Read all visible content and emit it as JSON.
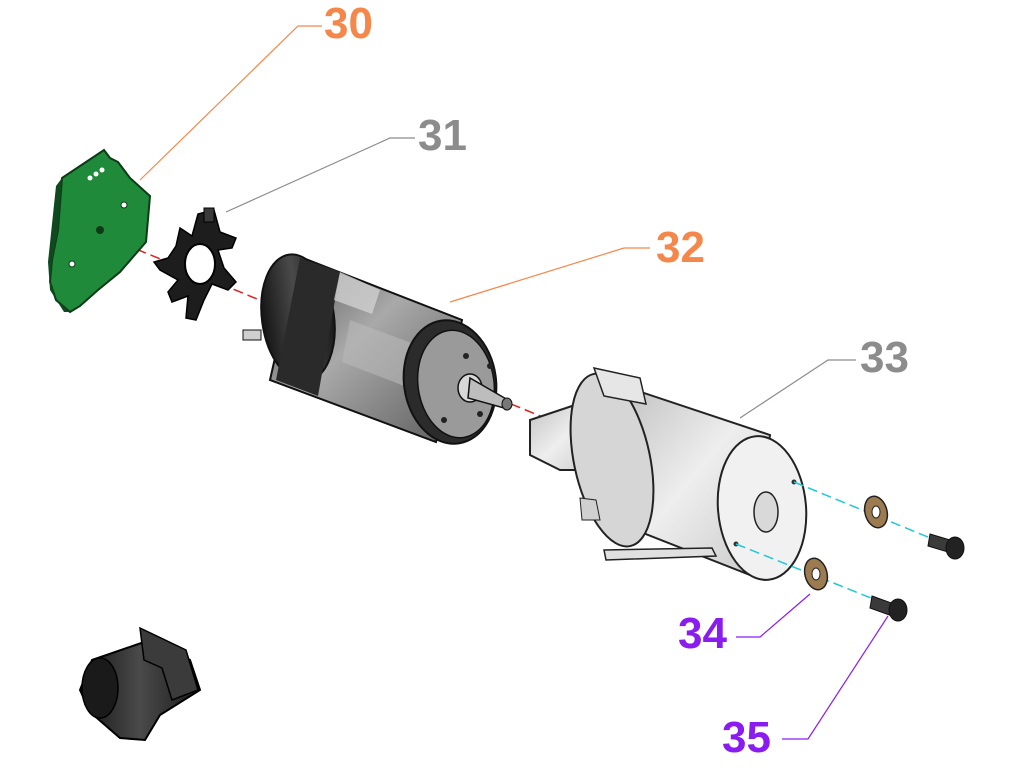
{
  "callouts": [
    {
      "id": "part-30",
      "label": "30",
      "color": "#f5874a"
    },
    {
      "id": "part-31",
      "label": "31",
      "color": "#8c8c8c"
    },
    {
      "id": "part-32",
      "label": "32",
      "color": "#f5874a"
    },
    {
      "id": "part-33",
      "label": "33",
      "color": "#8c8c8c"
    },
    {
      "id": "part-34",
      "label": "34",
      "color": "#8a1cf0"
    },
    {
      "id": "part-35",
      "label": "35",
      "color": "#8a1cf0"
    }
  ],
  "colors": {
    "pcb_green": "#1f8a3a",
    "motor_dark": "#2c2c2c",
    "motor_mid": "#8f8f8f",
    "housing": "#dcdcdc",
    "washer": "#9b7b4f",
    "axis_red": "#e02020",
    "axis_cyan": "#1fc8d8"
  }
}
